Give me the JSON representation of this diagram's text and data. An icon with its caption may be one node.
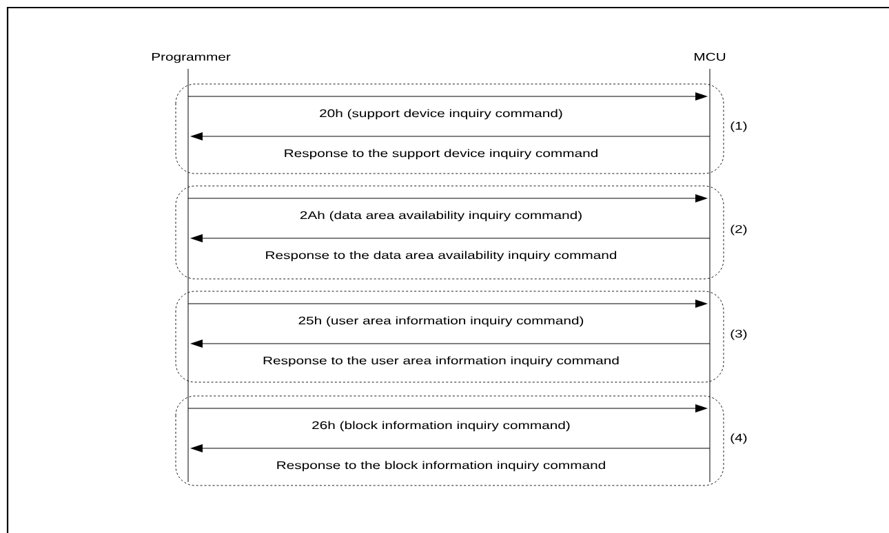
{
  "diagram": {
    "nodes": [
      {
        "text": [
          "Programmer"
        ]
      },
      {
        "text": [
          "MCU"
        ]
      }
    ],
    "edges": [
      {
        "from": 0,
        "to": 1,
        "arrow": "to",
        "label": "20h (support device inquiry command)"
      },
      {
        "from": 1,
        "to": 0,
        "arrow": "to",
        "label": "Response to the support device inquiry command"
      },
      {
        "from": 0,
        "to": 1,
        "arrow": "to",
        "label": "2Ah (data area availability inquiry command)"
      },
      {
        "from": 1,
        "to": 0,
        "arrow": "to",
        "label": "Response to the data area availability inquiry command"
      },
      {
        "from": 0,
        "to": 1,
        "arrow": "to",
        "label": "25h (user area information inquiry command)"
      },
      {
        "from": 1,
        "to": 0,
        "arrow": "to",
        "label": "Response to the user area information inquiry command"
      },
      {
        "from": 0,
        "to": 1,
        "arrow": "to",
        "label": "26h (block information inquiry command)"
      },
      {
        "from": 1,
        "to": 0,
        "arrow": "to",
        "label": "Response to the block information inquiry command"
      }
    ],
    "labels": [
      "(1)",
      "(2)",
      "(3)",
      "(4)"
    ]
  }
}
